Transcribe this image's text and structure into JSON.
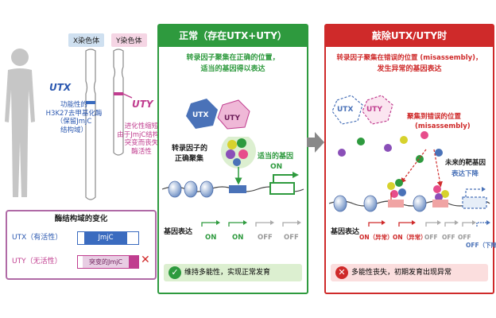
{
  "left": {
    "x_label": "X染色体",
    "y_label": "Y染色体",
    "utx_name": "UTX",
    "utx_desc": [
      "功能性的",
      "H3K27去甲基化酶",
      "（保留JmjC",
      "结构域）"
    ],
    "uty_name": "UTY",
    "uty_desc": [
      "进化性缩短",
      "由于JmjC结构域",
      "突变而丧失",
      "酶活性"
    ],
    "struct_title": "酶结构域的变化",
    "utx_row": "UTX（有活性）",
    "uty_row": "UTY（无活性）",
    "jmjc": "JmjC",
    "jmjc_mut": "突变的JmjC",
    "cross": "✕"
  },
  "middle": {
    "title": "正常（存在UTX+UTY）",
    "desc1": "转录因子聚集在正确的位置，",
    "desc2": "适当的基因得以表达",
    "utx": "UTX",
    "uty": "UTY",
    "tf_label1": "转录因子的",
    "tf_label2": "正确聚集",
    "gene_label1": "适当的基因",
    "gene_label2": "ON",
    "expr_label": "基因表达",
    "expr": [
      "ON",
      "ON",
      "OFF",
      "OFF"
    ],
    "result": "维持多能性，实现正常发育",
    "check": "✓"
  },
  "right": {
    "title": "敲除UTX/UTY时",
    "desc1": "转录因子聚集在错误的位置 (misassembly)，",
    "desc2": "发生异常的基因表达",
    "utx": "UTX",
    "uty": "UTY",
    "mis1": "聚集到错误的位置",
    "mis2": "(misassembly)",
    "target1": "未来的靶基因",
    "target2": "表达下降",
    "expr_label": "基因表达",
    "expr": [
      "ON（异常）",
      "ON（异常）",
      "OFF",
      "OFF",
      "OFF",
      "OFF（下降）"
    ],
    "result": "多能性丧失，初期发育出现异常",
    "cross": "✕"
  },
  "colors": {
    "green": "#2e9a3e",
    "red": "#cf2a2a",
    "blue_dna": "#4a72b8",
    "pink": "#c03d8f",
    "chrom_x": "#cfe0f0",
    "chrom_y": "#f5d5e4"
  }
}
